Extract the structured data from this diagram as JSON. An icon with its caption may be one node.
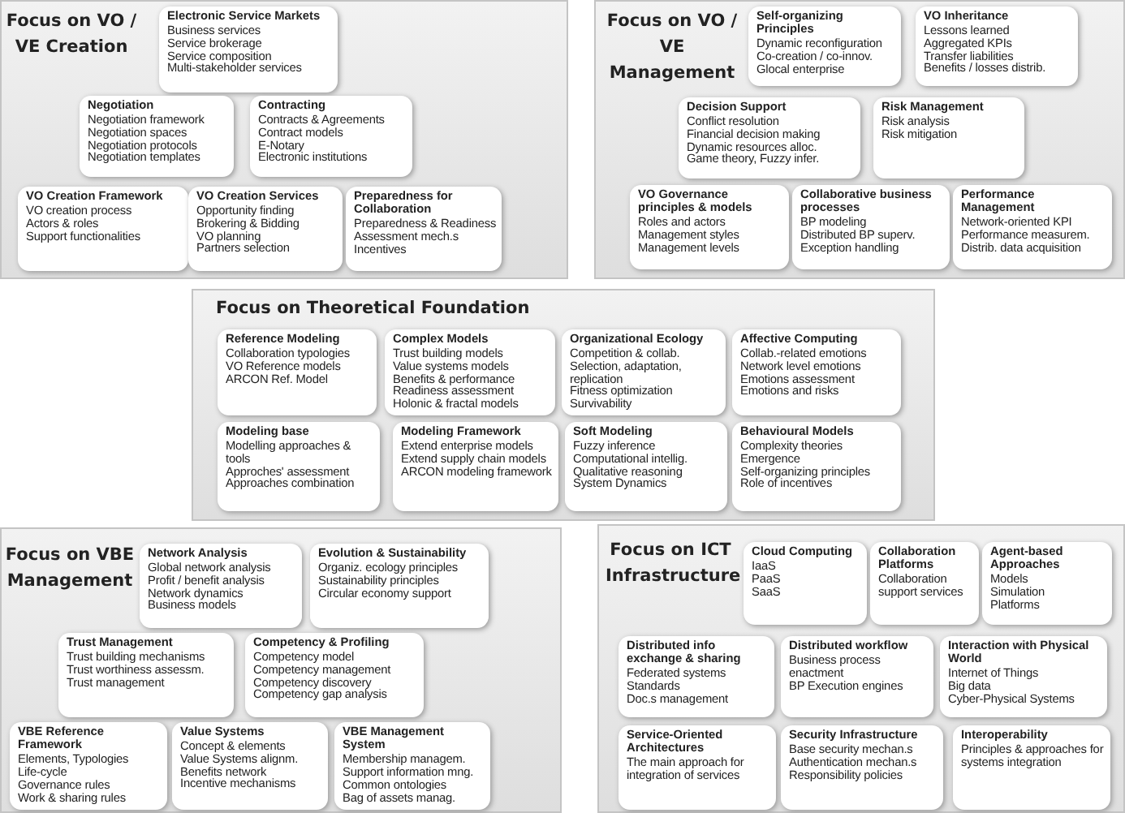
{
  "diagram": {
    "nodes": [
      {
        "text": [
          "Focus on VO / VE Creation"
        ]
      },
      {
        "text": [
          "Electronic Service Markets",
          "Business services",
          "Service brokerage",
          "Service composition",
          "Multi-stakeholder services"
        ],
        "in": 0
      },
      {
        "text": [
          "Negotiation",
          "Negotiation framework",
          "Negotiation spaces",
          "Negotiation protocols",
          "Negotiation templates"
        ],
        "in": 0
      },
      {
        "text": [
          "Contracting",
          "Contracts & Agreements",
          "Contract models",
          "E-Notary",
          "Electronic institutions"
        ],
        "in": 0
      },
      {
        "text": [
          "VO Creation Framework",
          "VO creation process",
          "Actors & roles",
          "Support functionalities"
        ],
        "in": 0
      },
      {
        "text": [
          "VO Creation Services",
          "Opportunity finding",
          "Brokering & Bidding",
          "VO planning",
          "Partners selection"
        ],
        "in": 0
      },
      {
        "text": [
          "Preparedness for Collaboration",
          "Preparedness & Readiness",
          "Assessment mech.s",
          "Incentives"
        ],
        "in": 0
      },
      {
        "text": [
          "Focus on VO / VE Management"
        ]
      },
      {
        "text": [
          "Self-organizing Principles",
          "Dynamic reconfiguration",
          "Co-creation / co-innov.",
          "Glocal enterprise"
        ],
        "in": 7
      },
      {
        "text": [
          "VO Inheritance",
          "Lessons learned",
          "Aggregated KPIs",
          "Transfer liabilities",
          "Benefits / losses distrib."
        ],
        "in": 7
      },
      {
        "text": [
          "Decision Support",
          "Conflict resolution",
          "Financial decision making",
          "Dynamic resources alloc.",
          "Game theory, Fuzzy infer."
        ],
        "in": 7
      },
      {
        "text": [
          "Risk Management",
          "Risk analysis",
          "Risk mitigation"
        ],
        "in": 7
      },
      {
        "text": [
          "VO Governance principles & models",
          "Roles and actors",
          "Management styles",
          "Management levels"
        ],
        "in": 7
      },
      {
        "text": [
          "Collaborative business processes",
          "BP modeling",
          "Distributed BP superv.",
          "Exception handling"
        ],
        "in": 7
      },
      {
        "text": [
          "Performance Management",
          "Network-oriented KPI",
          "Performance measurem.",
          "Distrib. data acquisition"
        ],
        "in": 7
      },
      {
        "text": [
          "Focus on Theoretical Foundation"
        ]
      },
      {
        "text": [
          "Reference Modeling",
          "Collaboration typologies",
          "VO Reference models",
          "ARCON Ref. Model"
        ],
        "in": 15
      },
      {
        "text": [
          "Complex Models",
          "Trust building models",
          "Value systems models",
          "Benefits & performance",
          "Readiness assessment",
          "Holonic & fractal models"
        ],
        "in": 15
      },
      {
        "text": [
          "Organizational Ecology",
          "Competition & collab.",
          "Selection, adaptation, replication",
          "Fitness optimization",
          "Survivability"
        ],
        "in": 15
      },
      {
        "text": [
          "Affective Computing",
          "Collab.-related emotions",
          "Network level emotions",
          "Emotions assessment",
          "Emotions and risks"
        ],
        "in": 15
      },
      {
        "text": [
          "Modeling base",
          "Modelling approaches & tools",
          "Approches' assessment",
          "Approaches combination"
        ],
        "in": 15
      },
      {
        "text": [
          "Modeling Framework",
          "Extend enterprise models",
          "Extend supply chain models",
          "ARCON modeling framework"
        ],
        "in": 15
      },
      {
        "text": [
          "Soft Modeling",
          "Fuzzy inference",
          "Computational intellig.",
          "Qualitative reasoning",
          "System Dynamics"
        ],
        "in": 15
      },
      {
        "text": [
          "Behavioural Models",
          "Complexity theories",
          "Emergence",
          "Self-organizing principles",
          "Role of incentives"
        ],
        "in": 15
      },
      {
        "text": [
          "Focus on VBE Management"
        ]
      },
      {
        "text": [
          "Network Analysis",
          "Global network analysis",
          "Profit / benefit analysis",
          "Network dynamics",
          "Business models"
        ],
        "in": 24
      },
      {
        "text": [
          "Evolution & Sustainability",
          "Organiz. ecology principles",
          "Sustainability principles",
          "Circular economy support"
        ],
        "in": 24
      },
      {
        "text": [
          "Trust Management",
          "Trust building mechanisms",
          "Trust worthiness assessm.",
          "Trust management"
        ],
        "in": 24
      },
      {
        "text": [
          "Competency & Profiling",
          "Competency model",
          "Competency management",
          "Competency discovery",
          "Competency gap analysis"
        ],
        "in": 24
      },
      {
        "text": [
          "VBE Reference Framework",
          "Elements, Typologies",
          "Life-cycle",
          "Governance rules",
          "Work & sharing rules"
        ],
        "in": 24
      },
      {
        "text": [
          "Value Systems",
          "Concept & elements",
          "Value Systems alignm.",
          "Benefits network",
          "Incentive mechanisms"
        ],
        "in": 24
      },
      {
        "text": [
          "VBE Management System",
          "Membership managem.",
          "Support information mng.",
          "Common ontologies",
          "Bag of assets manag."
        ],
        "in": 24
      },
      {
        "text": [
          "Focus on ICT Infrastructure"
        ]
      },
      {
        "text": [
          "Cloud Computing",
          "IaaS",
          "PaaS",
          "SaaS"
        ],
        "in": 32
      },
      {
        "text": [
          "Collaboration Platforms",
          "Collaboration support services"
        ],
        "in": 32
      },
      {
        "text": [
          "Agent-based Approaches",
          "Models",
          "Simulation",
          "Platforms"
        ],
        "in": 32
      },
      {
        "text": [
          "Distributed info exchange & sharing",
          "Federated systems",
          "Standards",
          "Doc.s management"
        ],
        "in": 32
      },
      {
        "text": [
          "Distributed workflow",
          "Business process enactment",
          "BP Execution engines"
        ],
        "in": 32
      },
      {
        "text": [
          "Interaction with Physical World",
          "Internet of Things",
          "Big data",
          "Cyber-Physical Systems"
        ],
        "in": 32
      },
      {
        "text": [
          "Service-Oriented Architectures",
          "The main approach for integration of services"
        ],
        "in": 32
      },
      {
        "text": [
          "Security Infrastructure",
          "Base security mechan.s",
          "Authentication mechan.s",
          "Responsibility policies"
        ],
        "in": 32
      },
      {
        "text": [
          "Interoperability",
          "Principles & approaches for systems integration"
        ],
        "in": 32
      }
    ]
  }
}
